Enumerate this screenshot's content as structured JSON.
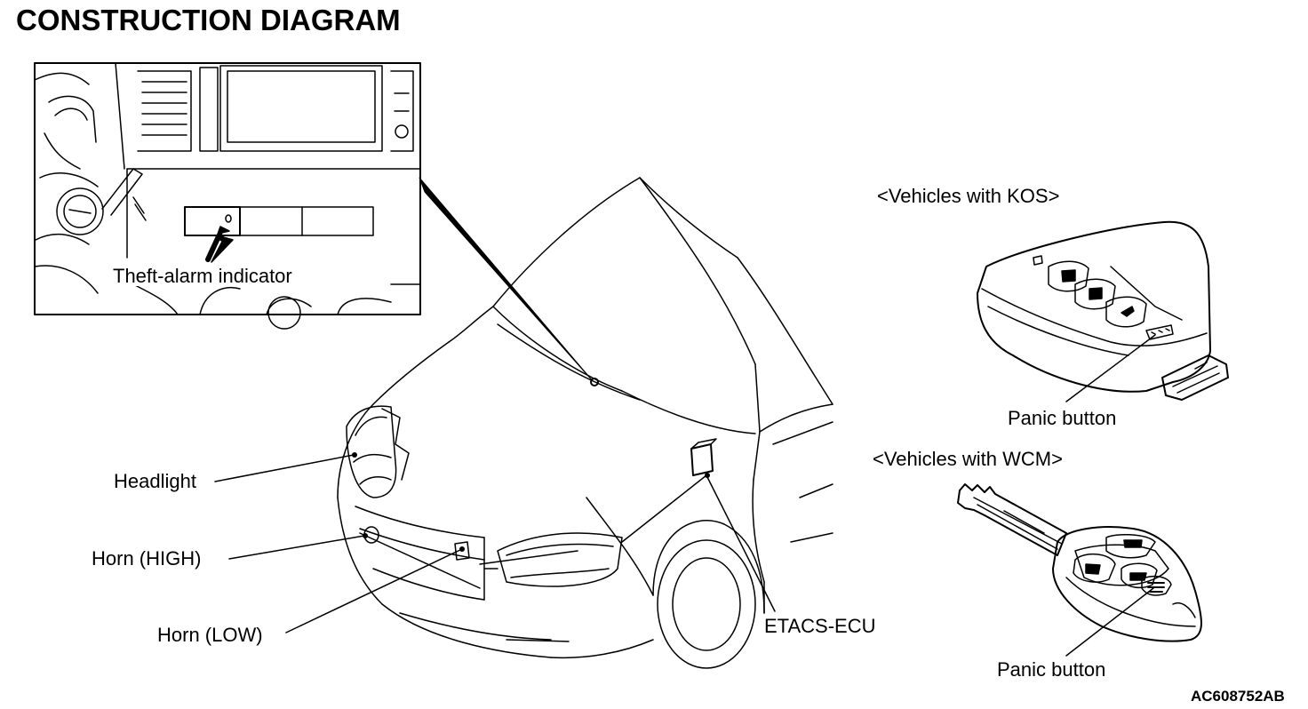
{
  "title": "CONSTRUCTION DIAGRAM",
  "document_id": "AC608752AB",
  "inset": {
    "indicator_label": "Theft-alarm indicator"
  },
  "keys": {
    "kos_label": "<Vehicles with KOS>",
    "wcm_label": "<Vehicles with WCM>",
    "kos_panic_label": "Panic button",
    "wcm_panic_label": "Panic button"
  },
  "components": {
    "headlight": "Headlight",
    "horn_high": "Horn (HIGH)",
    "horn_low": "Horn (LOW)",
    "etacs_ecu": "ETACS-ECU"
  }
}
